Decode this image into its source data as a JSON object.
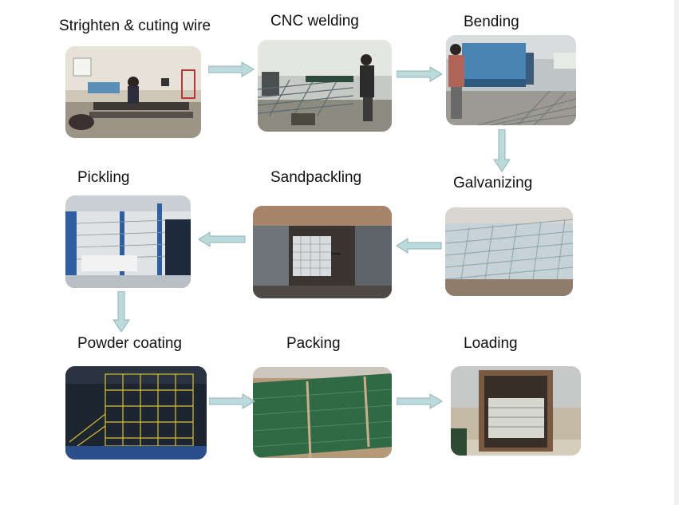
{
  "steps": [
    {
      "label": "Strighten & cuting wire"
    },
    {
      "label": "CNC welding"
    },
    {
      "label": "Bending"
    },
    {
      "label": "Galvanizing"
    },
    {
      "label": "Sandpackling"
    },
    {
      "label": "Pickling"
    },
    {
      "label": "Powder coating"
    },
    {
      "label": "Packing"
    },
    {
      "label": "Loading"
    }
  ],
  "colors": {
    "arrow_fill": "#bcd9dc",
    "arrow_stroke": "#8fb3b8",
    "powder_yellow": "#d8c232",
    "packing_green": "#2f6a45"
  }
}
